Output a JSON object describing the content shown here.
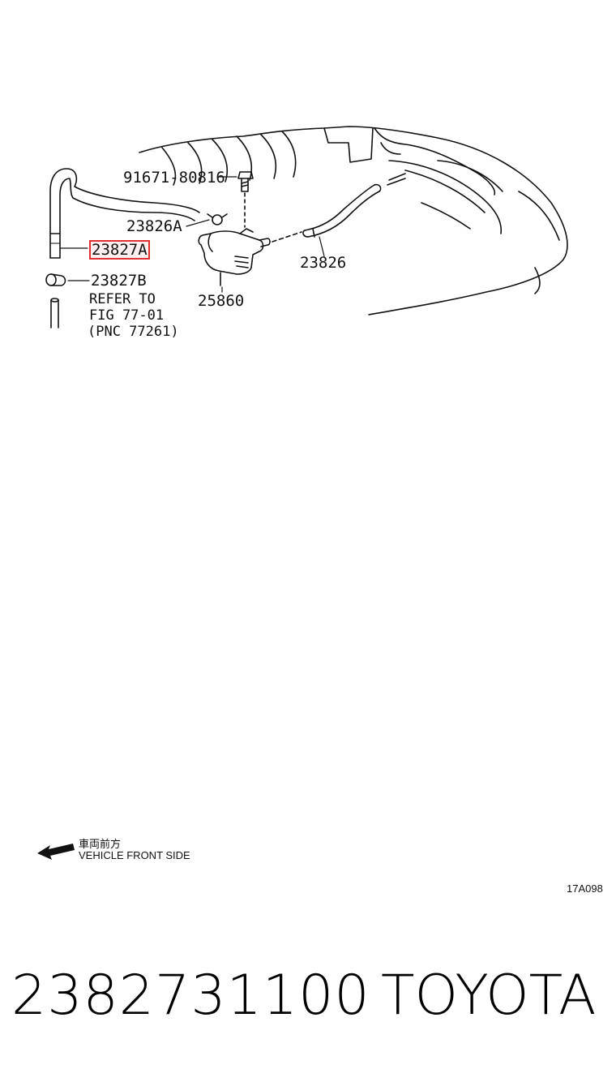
{
  "callouts": {
    "bolt": "91671-80816",
    "clamp_a": "23826A",
    "hose_a": "23827A",
    "clip_b": "23827B",
    "hose": "23826",
    "valve": "25860"
  },
  "refer_note": {
    "line1": "REFER TO",
    "line2": "FIG 77-01",
    "line3": "(PNC 77261)"
  },
  "front_indicator": {
    "jp": "車両前方",
    "en": "VEHICLE FRONT SIDE"
  },
  "figure_code": "17A098",
  "footer": {
    "part_number": "2382731100",
    "brand": "TOYOTA"
  },
  "highlight_color": "#e03030"
}
